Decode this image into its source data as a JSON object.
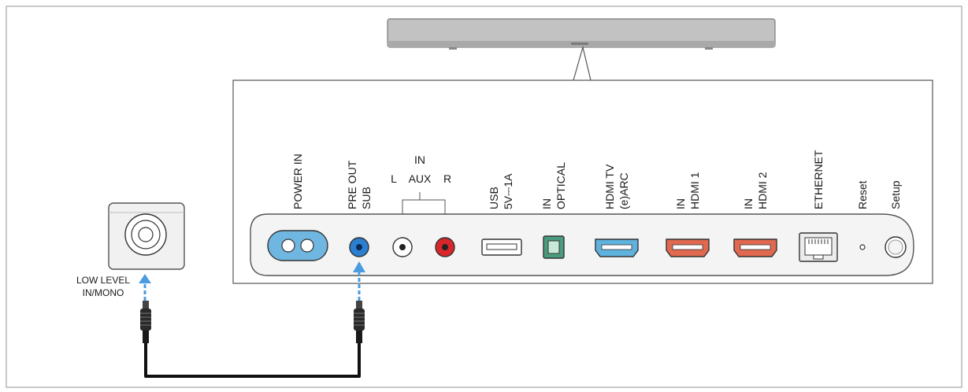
{
  "ports": [
    {
      "id": "power-in",
      "lines": [
        "POWER IN"
      ]
    },
    {
      "id": "pre-out-sub",
      "lines": [
        "PRE OUT",
        "SUB"
      ]
    },
    {
      "id": "usb",
      "lines": [
        "USB",
        "5V⎓1A"
      ]
    },
    {
      "id": "optical",
      "lines": [
        "IN",
        "OPTICAL"
      ]
    },
    {
      "id": "hdmi-tv",
      "lines": [
        "HDMI TV",
        "(e)ARC"
      ]
    },
    {
      "id": "hdmi-1",
      "lines": [
        "IN",
        "HDMI 1"
      ]
    },
    {
      "id": "hdmi-2",
      "lines": [
        "IN",
        "HDMI 2"
      ]
    },
    {
      "id": "ethernet",
      "lines": [
        "ETHERNET"
      ]
    },
    {
      "id": "reset",
      "lines": [
        "Reset"
      ]
    },
    {
      "id": "setup",
      "lines": [
        "Setup"
      ]
    }
  ],
  "aux": {
    "in_label": "IN",
    "left": "L",
    "name": "AUX",
    "right": "R"
  },
  "subwoofer": {
    "label_line1": "LOW LEVEL",
    "label_line2": "IN/MONO"
  },
  "colors": {
    "power": "#6fb6e0",
    "sub_jack": "#2a7fd0",
    "aux_right": "#d8262b",
    "optical": "#4a9c7e",
    "hdmi_tv": "#5fb2de",
    "hdmi_in": "#e0694f",
    "arrow": "#4a9be0",
    "panel": "#f4f4f4",
    "soundbar": "#bfbfbf"
  }
}
